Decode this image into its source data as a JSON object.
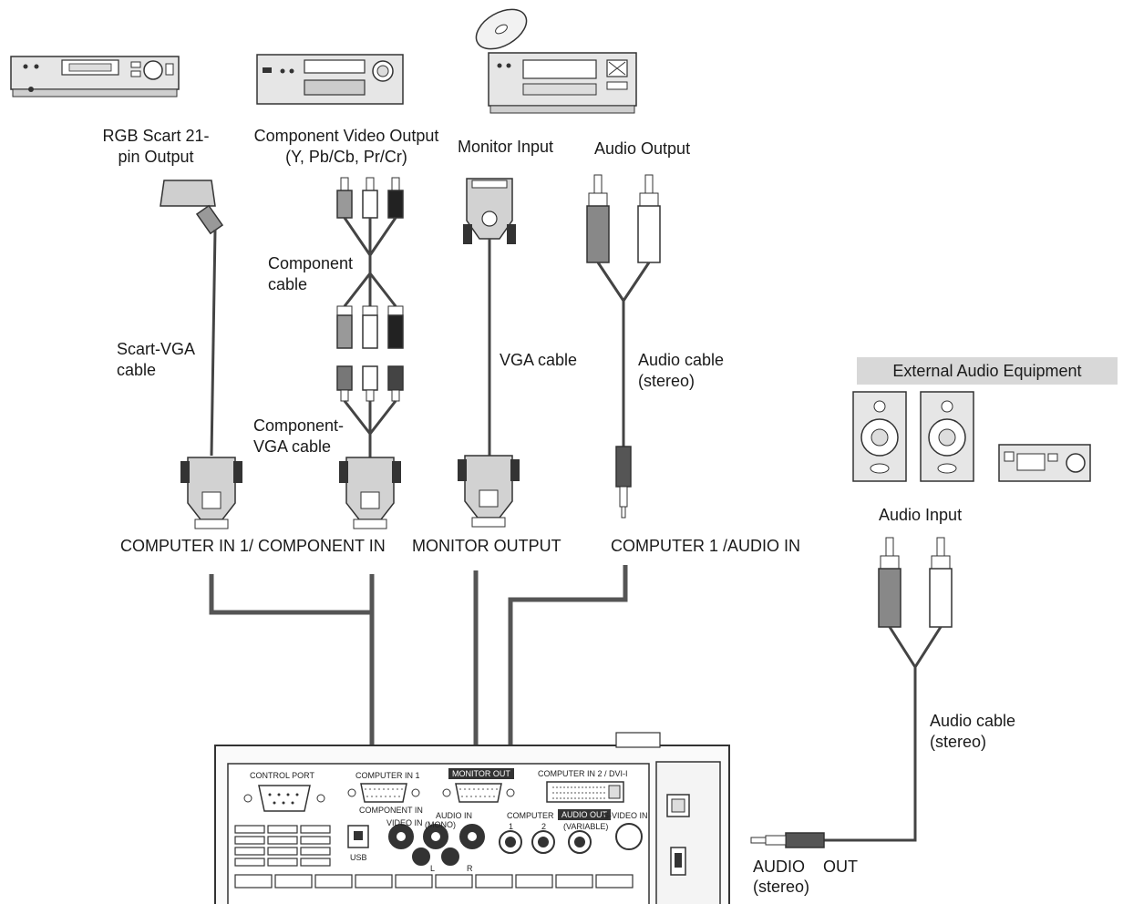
{
  "sources": {
    "scart_output": "RGB Scart 21-\npin Output",
    "component_output_line1": "Component Video Output",
    "component_output_line2": "(Y, Pb/Cb, Pr/Cr)",
    "monitor_input": "Monitor Input",
    "audio_output": "Audio Output"
  },
  "cables": {
    "component_cable": "Component\ncable",
    "scart_vga_cable": "Scart-VGA\ncable",
    "vga_cable": "VGA cable",
    "audio_cable_1": "Audio cable\n(stereo)",
    "component_vga_cable": "Component-\nVGA cable",
    "audio_cable_2": "Audio cable\n(stereo)"
  },
  "terminals": {
    "computer_in_component": "COMPUTER IN 1/ COMPONENT IN",
    "monitor_output": "MONITOR OUTPUT",
    "computer_audio_in": "COMPUTER 1 /AUDIO IN"
  },
  "external": {
    "title": "External Audio Equipment",
    "audio_input": "Audio Input",
    "audio_out_line1": "AUDIO    OUT",
    "audio_out_line2": "(stereo)"
  },
  "panel": {
    "control_port": "CONTROL PORT",
    "computer_in_1": "COMPUTER IN 1",
    "monitor_out": "MONITOR OUT",
    "computer_in_2": "COMPUTER IN 2 / DVI-I",
    "component_in": "COMPONENT IN",
    "audio_in": "AUDIO IN",
    "computer": "COMPUTER",
    "audio_out": "AUDIO OUT",
    "s_video_in": "S-VIDEO IN",
    "video_in": "VIDEO IN",
    "mono": "(MONO)",
    "variable": "(VARIABLE)",
    "usb": "USB",
    "port_1": "1",
    "port_2": "2",
    "port_l": "L",
    "port_r": "R"
  }
}
